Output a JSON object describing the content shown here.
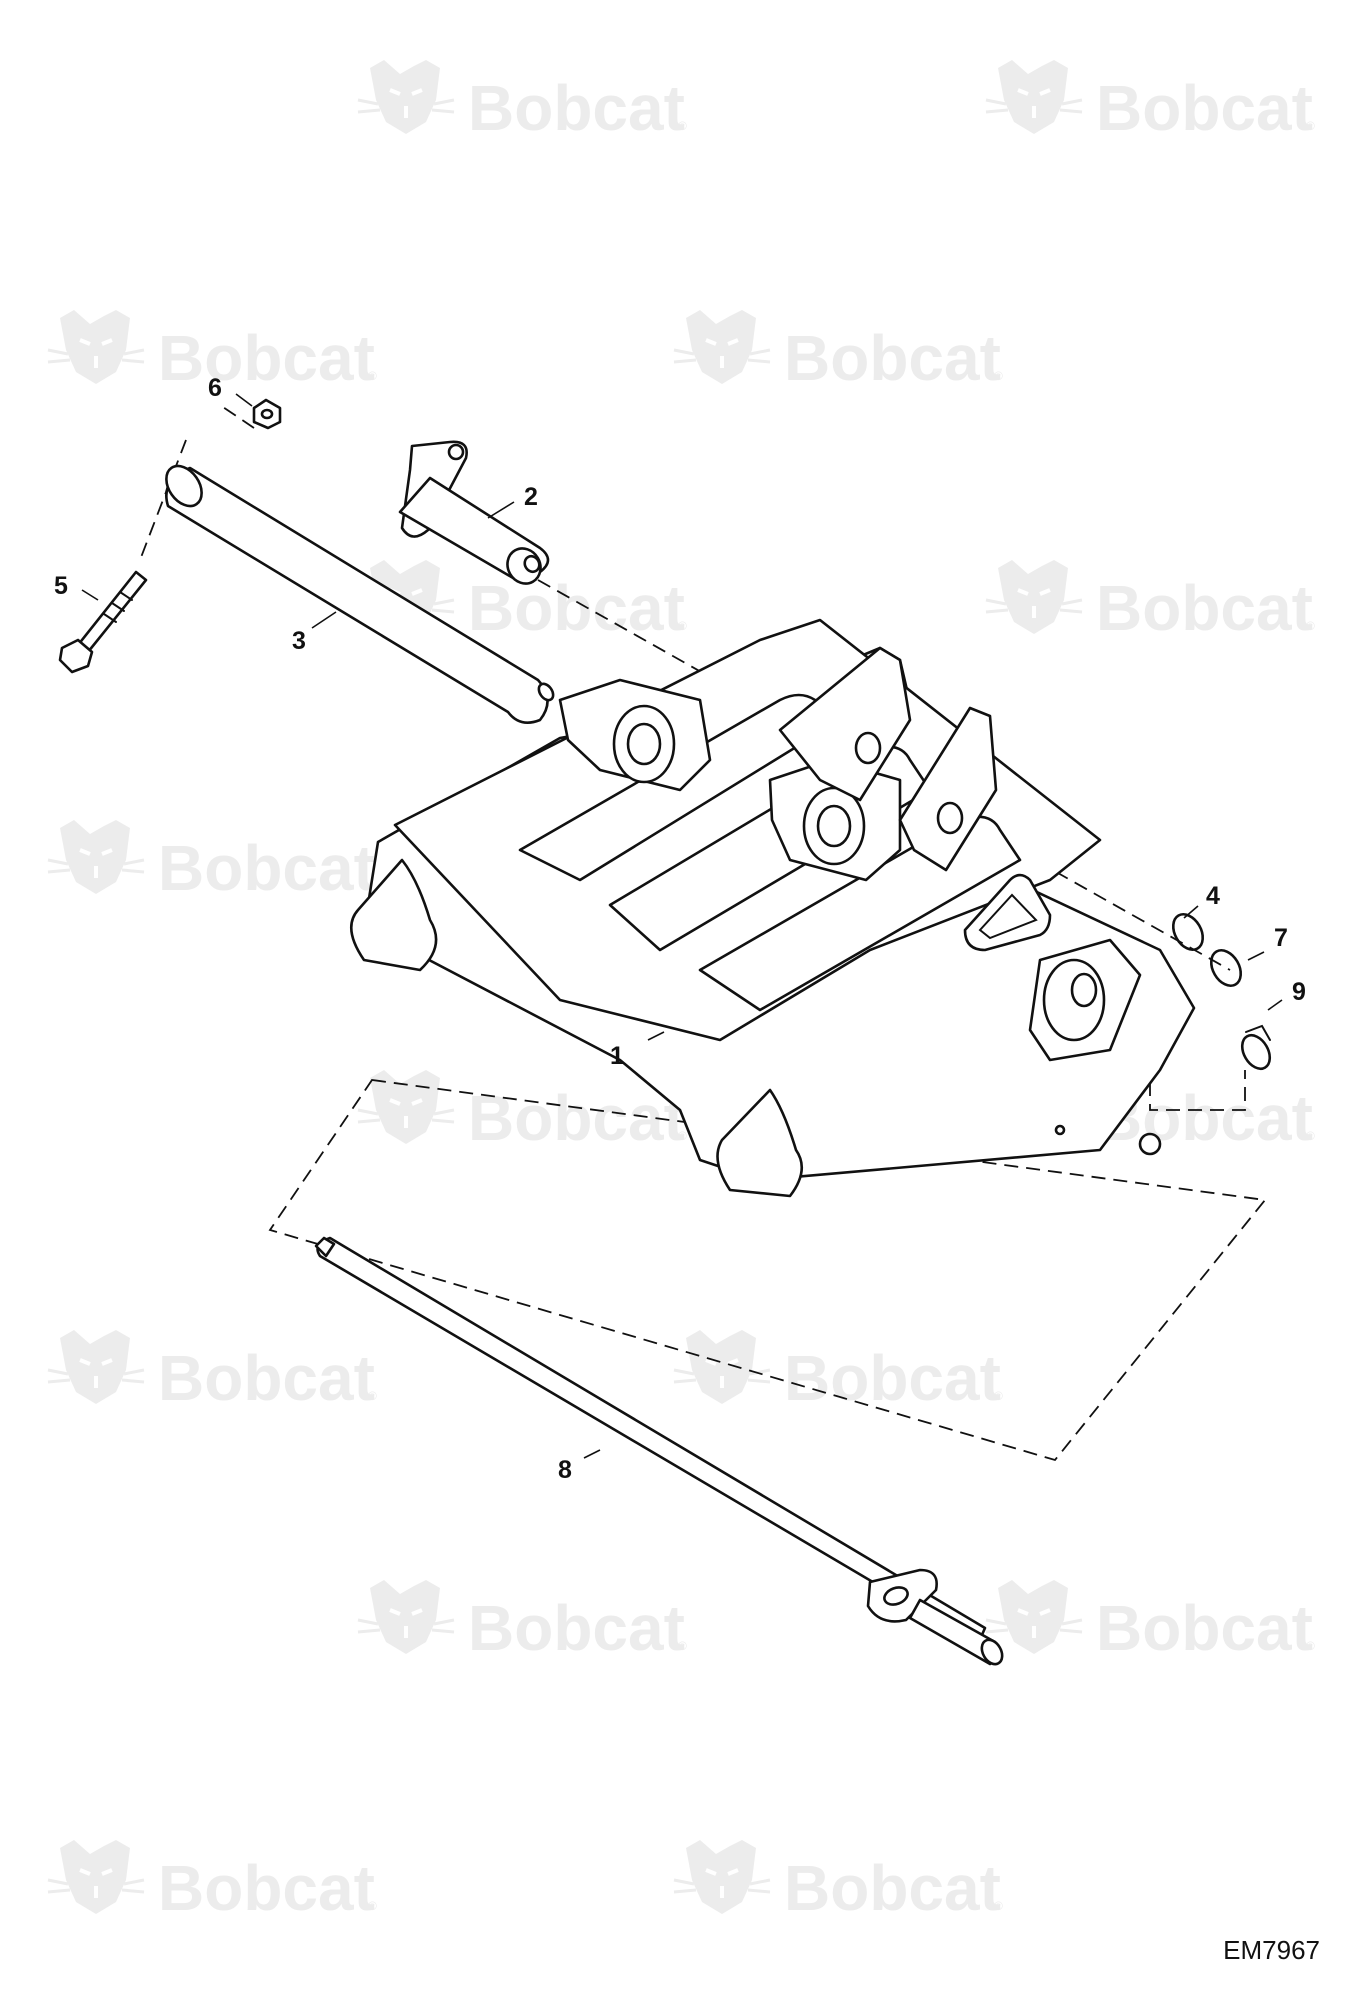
{
  "watermark": {
    "brand": "Bobcat",
    "registered_mark": "®",
    "logo_icon": "bobcat-head-logo-icon"
  },
  "callouts": [
    {
      "id": "1",
      "label": "1"
    },
    {
      "id": "2",
      "label": "2"
    },
    {
      "id": "3",
      "label": "3"
    },
    {
      "id": "4",
      "label": "4"
    },
    {
      "id": "5",
      "label": "5"
    },
    {
      "id": "6",
      "label": "6"
    },
    {
      "id": "7",
      "label": "7"
    },
    {
      "id": "8",
      "label": "8"
    },
    {
      "id": "9",
      "label": "9"
    }
  ],
  "drawing_number": "EM7967",
  "colors": {
    "line": "#111111",
    "watermark": "#ececec",
    "background": "#ffffff"
  }
}
